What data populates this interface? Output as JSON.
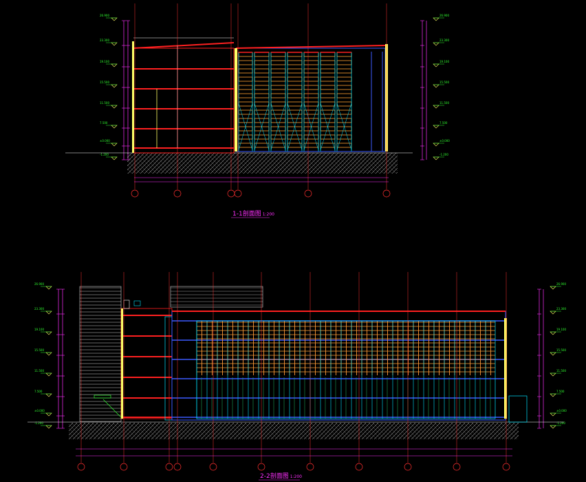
{
  "colors": {
    "background": "#000000",
    "structure": "#ff2020",
    "grid_axis": "#ff3030",
    "glass": "#00e5ff",
    "mullion": "#ff9a3c",
    "panel": "#ffa033",
    "wall": "#ffff66",
    "blue_line": "#3b5bff",
    "dimension": "#ff30ff",
    "elev_marker": "#ffff66",
    "green_text": "#30ff30",
    "hatch": "#b9b9b9",
    "white": "#ffffff"
  },
  "section1": {
    "title": "1-1剖面图",
    "scale": "1:200",
    "left_level_labels": [
      "26.900",
      "23.300",
      "19.100",
      "15.500",
      "11.500",
      "7.500",
      "±0.000",
      "-1.200"
    ],
    "right_level_labels": [
      "26.900",
      "23.300",
      "19.100",
      "15.500",
      "11.500",
      "7.500",
      "±0.000",
      "-1.200"
    ]
  },
  "section2": {
    "title": "2-2剖面图",
    "scale": "1:200",
    "left_level_labels": [
      "26.900",
      "23.300",
      "19.100",
      "15.500",
      "11.500",
      "7.500",
      "±0.000",
      "-1.200"
    ],
    "right_level_labels": [
      "26.900",
      "23.300",
      "19.100",
      "15.500",
      "11.500",
      "7.500",
      "±0.000",
      "-1.200"
    ]
  }
}
